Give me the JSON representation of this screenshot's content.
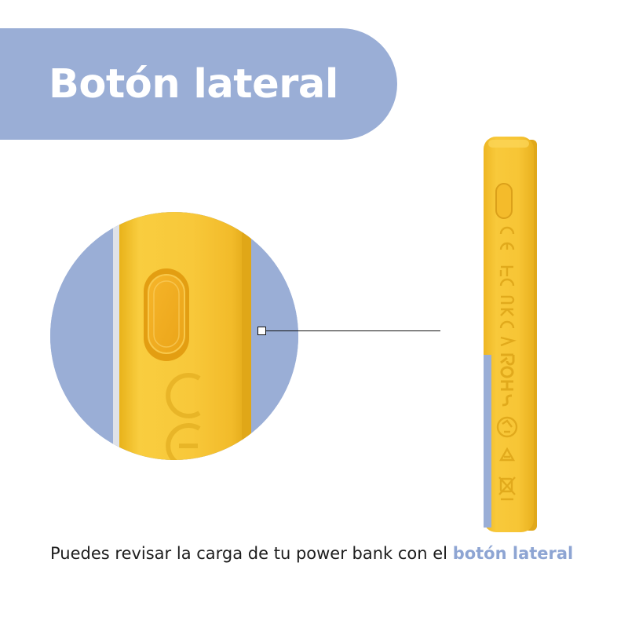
{
  "banner": {
    "title": "Botón lateral",
    "color": "#9aaed6"
  },
  "zoom_inset": {
    "icon": "side-button-closeup",
    "background_color": "#9aaed6",
    "device_color": "#f7c534",
    "marks": [
      "CE"
    ]
  },
  "device": {
    "icon": "power-bank-side-view",
    "color": "#f7c534",
    "accent_color": "#9aaed6",
    "markings": [
      "CE",
      "FC",
      "UK CA",
      "RoHS"
    ]
  },
  "caption": {
    "text": "Puedes revisar la carga de tu power bank con el ",
    "highlight": "botón lateral",
    "highlight_color": "#8ea5d3"
  }
}
